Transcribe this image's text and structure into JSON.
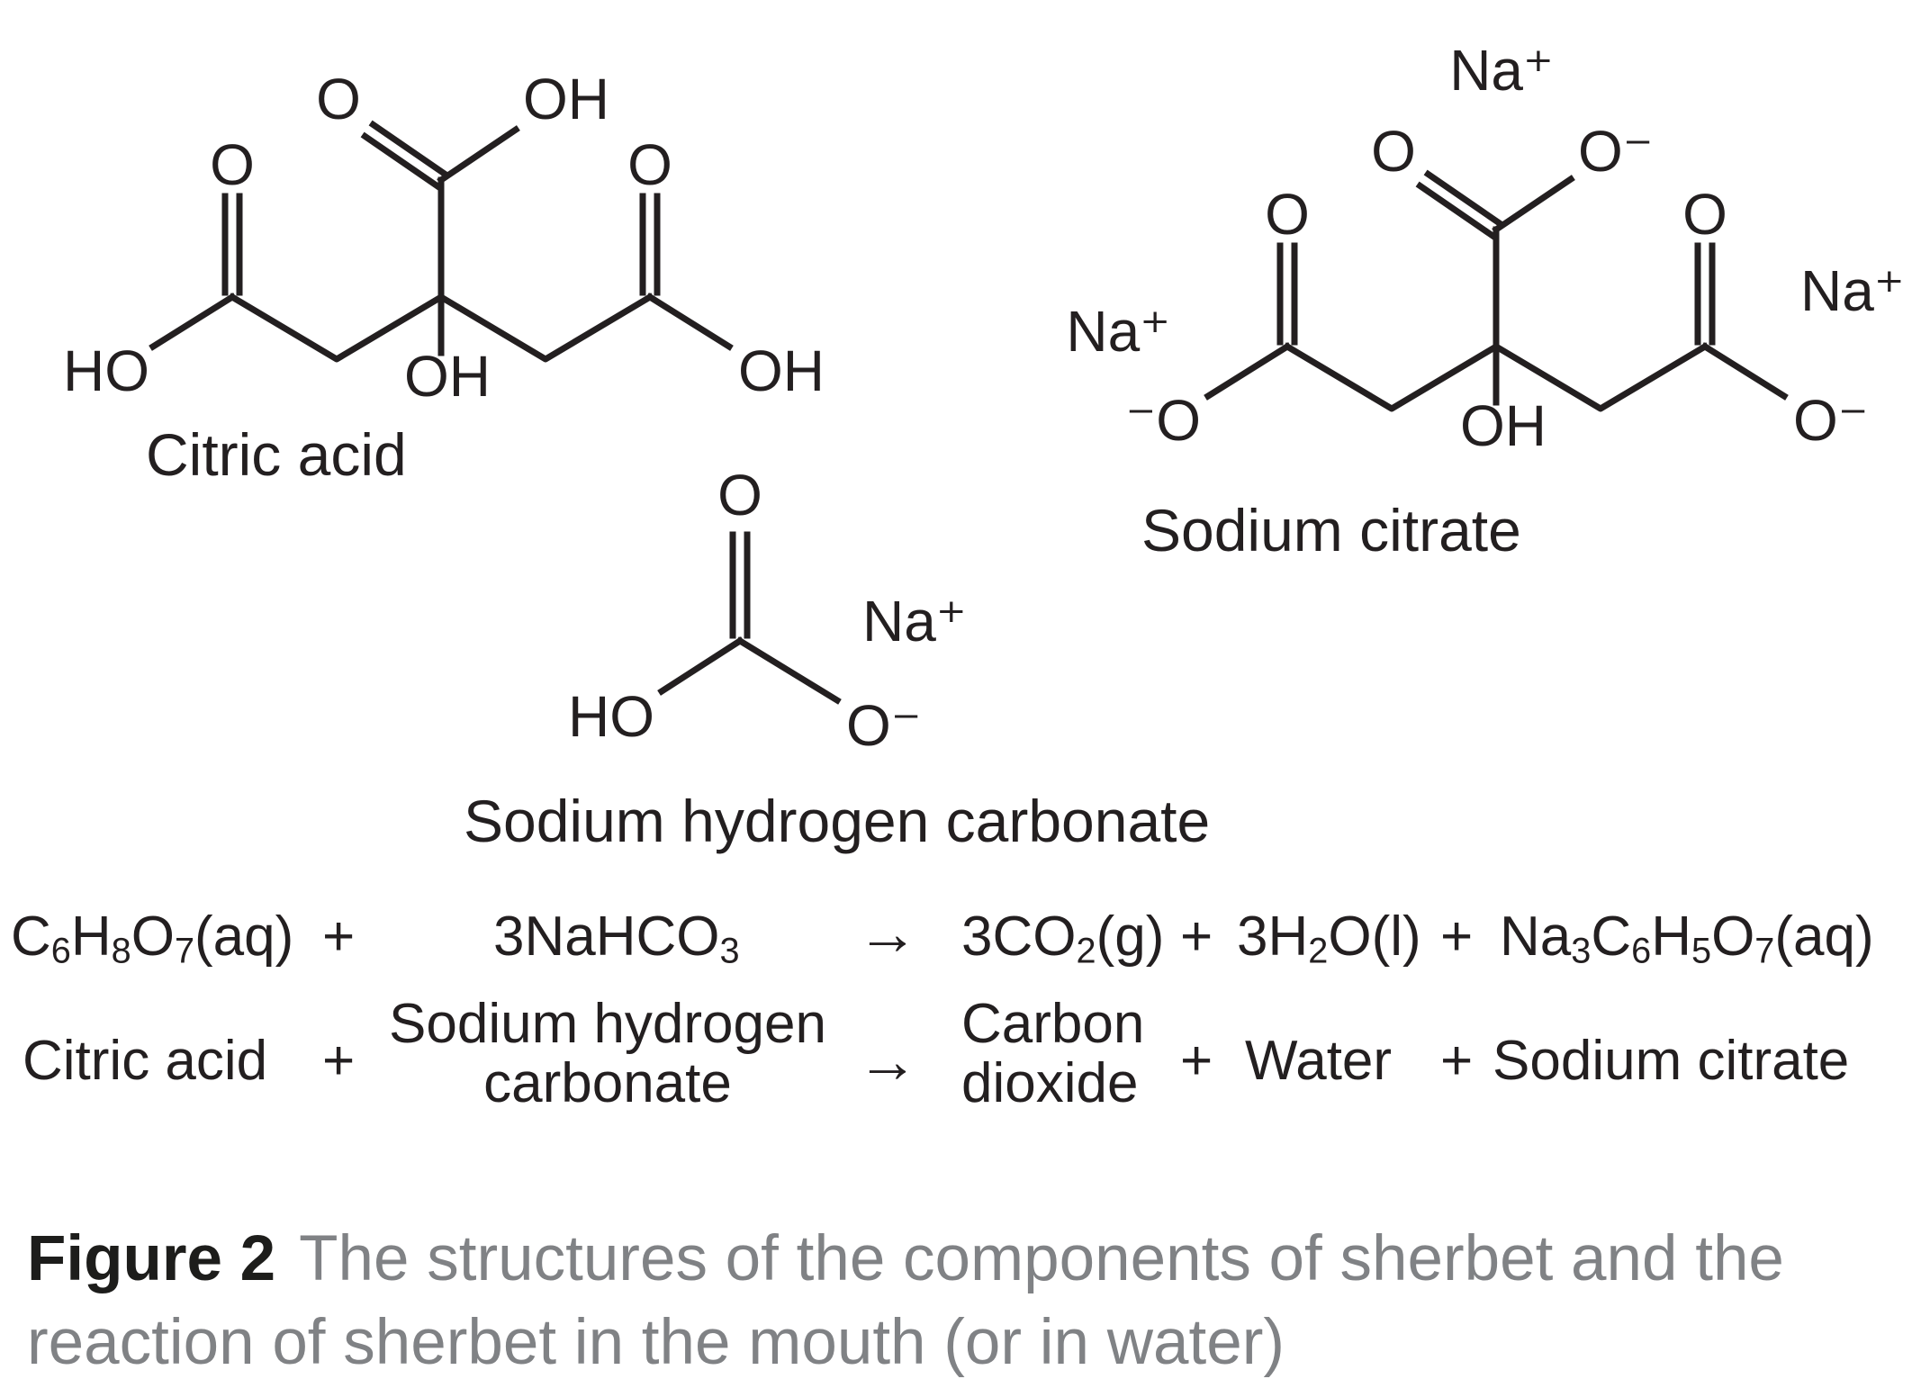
{
  "colors": {
    "ink": "#231f20",
    "caption_gray": "#808285",
    "background": "#ffffff"
  },
  "structures": {
    "citric_acid": {
      "label": "Citric acid",
      "atoms": {
        "o_left": "O",
        "ho_left": "HO",
        "o_top": "O",
        "oh_top": "OH",
        "oh_center": "OH",
        "o_right": "O",
        "oh_right": "OH"
      }
    },
    "sodium_citrate": {
      "label": "Sodium citrate",
      "atoms": {
        "na_top": "Na⁺",
        "o_top": "O",
        "o_minus_top": "O⁻",
        "na_left": "Na⁺",
        "o_left": "O",
        "o_minus_left": "⁻O",
        "oh_center": "OH",
        "o_right": "O",
        "o_minus_right": "O⁻",
        "na_right": "Na⁺"
      }
    },
    "sodium_hydrogen_carbonate": {
      "label": "Sodium hydrogen carbonate",
      "atoms": {
        "o_top": "O",
        "ho": "HO",
        "o_minus": "O⁻",
        "na": "Na⁺"
      }
    }
  },
  "equation": {
    "formula_row": {
      "reactant1": "C_6_H_8_O_7_(aq)",
      "plus1": "+",
      "reactant2": "3NaHCO_3_",
      "arrow": "→",
      "product1": "3CO_2_(g)",
      "plus2": "+",
      "product2": "3H_2_O(l)",
      "plus3": "+",
      "product3": "Na_3_C_6_H_5_O_7_(aq)"
    },
    "word_row": {
      "reactant1": "Citric acid",
      "plus1": "+",
      "reactant2_line1": "Sodium hydrogen",
      "reactant2_line2": "carbonate",
      "arrow": "→",
      "product1_line1": "Carbon",
      "product1_line2": "dioxide",
      "plus2": "+",
      "product2": "Water",
      "plus3": "+",
      "product3": "Sodium citrate"
    }
  },
  "caption": {
    "label": "Figure 2",
    "line1": "The structures of the components of sherbet and the",
    "line2": "reaction of sherbet in the mouth (or in water)"
  }
}
